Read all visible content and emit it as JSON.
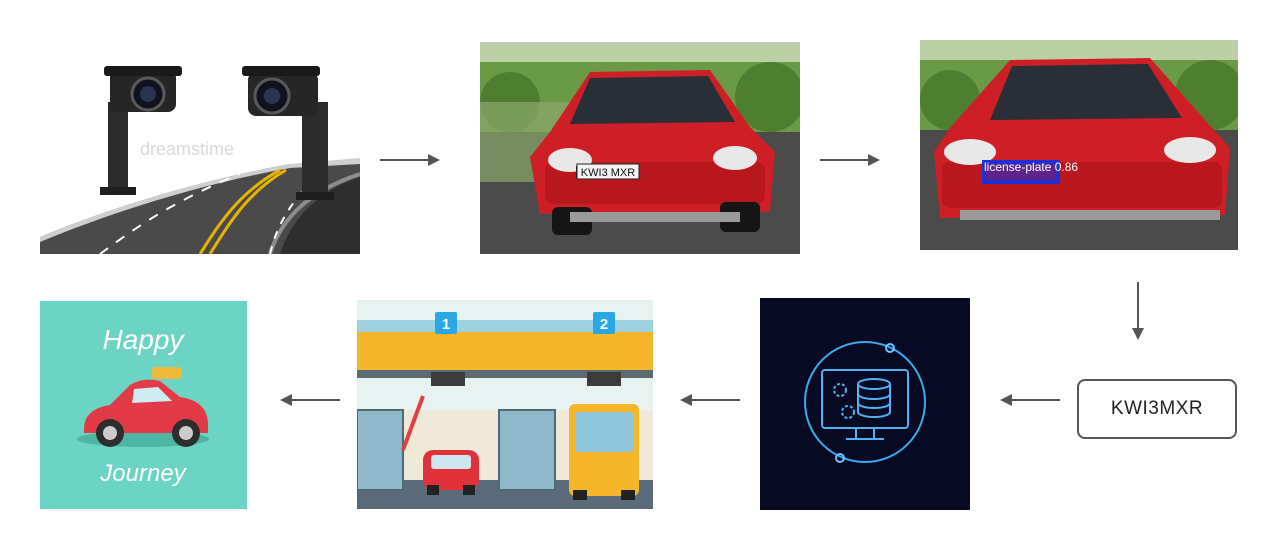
{
  "pipeline": {
    "camera_watermark": "dreamstime",
    "car_plate_text": "KWI3 MXR",
    "detection_label": "license-plate 0.86",
    "recognized_plate": "KWI3MXR",
    "toll_lane_1": "1",
    "toll_lane_2": "2",
    "greeting_line1": "Happy",
    "greeting_line2": "Journey"
  },
  "colors": {
    "arrow": "#555555",
    "detection_box": "#1f2fd6",
    "server_bg": "#070a22",
    "server_accent": "#3ba9f0",
    "greeting_bg": "#6bd4c4",
    "car_red": "#d6262e",
    "toll_yellow": "#f6b62b"
  }
}
